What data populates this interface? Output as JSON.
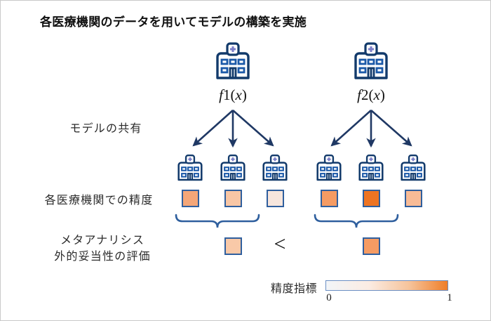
{
  "figure": {
    "title": "各医療機関のデータを用いてモデルの構築を実施",
    "border_color": "#c9c9c9",
    "background": "#ffffff"
  },
  "row_labels": {
    "model_sharing": "モデルの共有",
    "local_accuracy": "各医療機関での精度",
    "meta_line1": "メタアナリシス",
    "meta_line2": "外的妥当性の評価"
  },
  "icons": {
    "hospital": "hospital-icon",
    "cross": "medical-cross-icon",
    "arrow": "arrow-down-icon",
    "brace": "curly-brace-icon"
  },
  "colors": {
    "icon_outline": "#123a6b",
    "icon_window": "#1b59a8",
    "cross": "#7b7ec8",
    "square_border": "#2f5f9e",
    "arrow": "#1f3864",
    "brace": "#2f5f9e",
    "accent_orange": "#ef7e28",
    "text": "#2b2b2b"
  },
  "groups": [
    {
      "id": "group-1",
      "model_label_f": "f",
      "model_label_index": "1",
      "model_label_arg": "(x)",
      "model_label": "f1(x)",
      "sites": [
        {
          "name": "site-1-1",
          "accuracy": 0.42,
          "color": "#f4a678"
        },
        {
          "name": "site-1-2",
          "accuracy": 0.28,
          "color": "#f8c6a5"
        },
        {
          "name": "site-1-3",
          "accuracy": 0.1,
          "color": "#f7e6dd"
        }
      ],
      "summary": {
        "name": "meta-summary-1",
        "accuracy": 0.27,
        "color": "#f9c9a8"
      }
    },
    {
      "id": "group-2",
      "model_label_f": "f",
      "model_label_index": "2",
      "model_label_arg": "(x)",
      "model_label": "f2(x)",
      "sites": [
        {
          "name": "site-2-1",
          "accuracy": 0.48,
          "color": "#f59b63"
        },
        {
          "name": "site-2-2",
          "accuracy": 0.72,
          "color": "#ee7422"
        },
        {
          "name": "site-2-3",
          "accuracy": 0.3,
          "color": "#f8bb96"
        }
      ],
      "summary": {
        "name": "meta-summary-2",
        "accuracy": 0.5,
        "color": "#f59b63"
      }
    }
  ],
  "comparison": {
    "operator": "<",
    "meaning": "group-1 summary accuracy is less than group-2 summary accuracy"
  },
  "legend": {
    "label": "精度指標",
    "min": "0",
    "max": "1",
    "gradient_from": "#f2f5f8",
    "gradient_to": "#ef7e28"
  }
}
